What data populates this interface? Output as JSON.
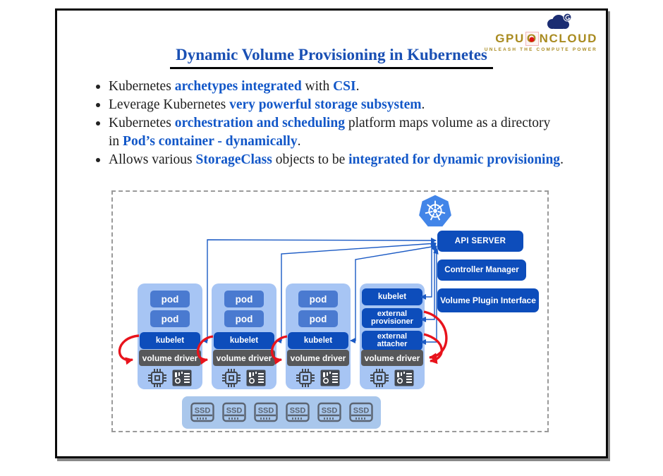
{
  "logo": {
    "brand_gpu": "GPU",
    "brand_o": "O",
    "brand_n": "N",
    "brand_cloud": "CLOUD",
    "tagline": "UNLEASH THE COMPUTE POWER",
    "gold": "#a98b20",
    "navy": "#1b2d72",
    "red": "#e01212"
  },
  "title": "Dynamic Volume Provisioning in Kubernetes",
  "content": {
    "bullets": [
      [
        "Kubernetes ",
        "archetypes integrated",
        " with ",
        "CSI",
        "."
      ],
      [
        "Leverage Kubernetes ",
        "very powerful storage subsystem",
        "."
      ],
      [
        "Kubernetes ",
        "orchestration and scheduling",
        " platform maps volume as a directory in ",
        "Pod’s container - dynamically",
        "."
      ],
      [
        "Allows various ",
        "StorageClass",
        " objects to be ",
        "integrated for dynamic provisioning",
        "."
      ]
    ]
  },
  "diagram": {
    "api_server": "API SERVER",
    "controller_manager": "Controller Manager",
    "volume_plugin_interface": "Volume Plugin Interface",
    "pod_label": "pod",
    "kubelet_label": "kubelet",
    "volume_driver_label": "volume driver",
    "external_provisioner": [
      "external",
      "provisioner"
    ],
    "external_attacher": [
      "external",
      "attacher"
    ],
    "ssd_label": "SSD",
    "node_count": 4,
    "ssd_count": 6,
    "colors": {
      "box_blue": "#0d4dbb",
      "pod_blue": "#4a7ad0",
      "node_bg": "#a7c5f4",
      "driver_gray": "#57585a",
      "line_blue": "#1b5ac4",
      "arrow_red": "#e8131c",
      "title_blue": "#1a50b4",
      "accent_blue": "#1257c8",
      "k8s_blue": "#4285e8"
    }
  }
}
